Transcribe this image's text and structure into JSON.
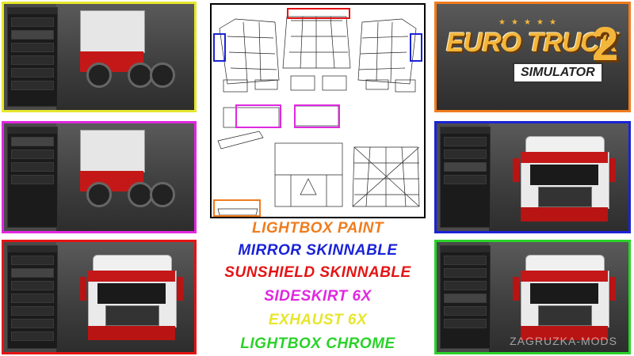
{
  "colors": {
    "lightbox_paint": "#f07c1e",
    "mirror_skinnable": "#1a23d6",
    "sunshield_skinnable": "#e41414",
    "sideskirt": "#e028e0",
    "exhaust": "#e6e62c",
    "lightbox_chrome": "#2ad22a"
  },
  "logo": {
    "title": "EURO TRUCK",
    "number": "2",
    "subtitle": "SIMULATOR"
  },
  "features": [
    {
      "label": "LIGHTBOX PAINT",
      "color": "#f07c1e"
    },
    {
      "label": "MIRROR SKINNABLE",
      "color": "#1a23d6"
    },
    {
      "label": "SUNSHIELD SKINNABLE",
      "color": "#e41414"
    },
    {
      "label": "SIDESKIRT 6X",
      "color": "#e028e0"
    },
    {
      "label": "EXHAUST 6X",
      "color": "#e6e62c"
    },
    {
      "label": "LIGHTBOX CHROME",
      "color": "#2ad22a"
    }
  ],
  "watermark": "ZAGRUZKA-MODS"
}
